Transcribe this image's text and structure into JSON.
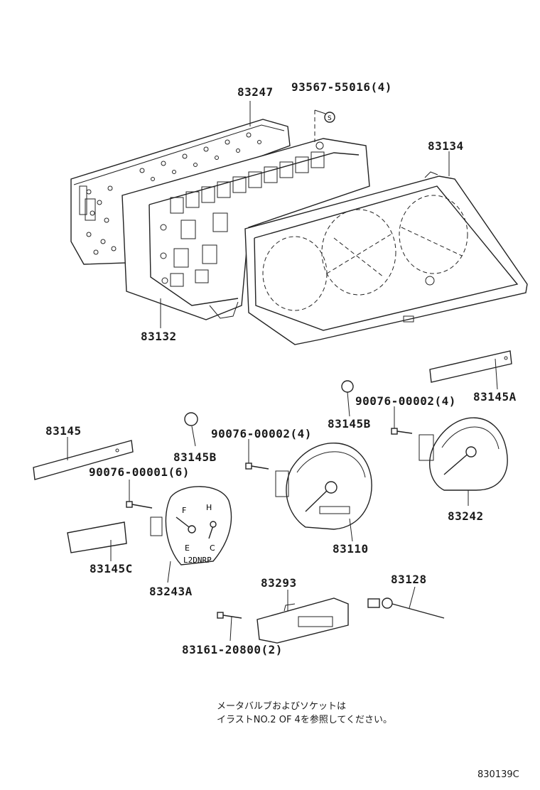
{
  "parts": {
    "p83247": "83247",
    "p93567": "93567-55016(4)",
    "p83134": "83134",
    "p83132": "83132",
    "p83145A": "83145A",
    "p83145B_right": "83145B",
    "p90076_00002_right": "90076-00002(4)",
    "p83145": "83145",
    "p83145B_left": "83145B",
    "p90076_00002_mid": "90076-00002(4)",
    "p90076_00001": "90076-00001(6)",
    "p83242": "83242",
    "p83110": "83110",
    "p83145C": "83145C",
    "p83243A": "83243A",
    "p83293": "83293",
    "p83128": "83128",
    "p83161": "83161-20800(2)"
  },
  "note": {
    "line1": "メータバルブおよびソケットは",
    "line2": "イラストNO.2 OF 4を参照してください。"
  },
  "diagram_code": "830139C",
  "gauge_text": {
    "fuel_f": "F",
    "fuel_e": "E",
    "temp_h": "H",
    "temp_c": "C",
    "gear_indicator": "L2DNRP"
  }
}
